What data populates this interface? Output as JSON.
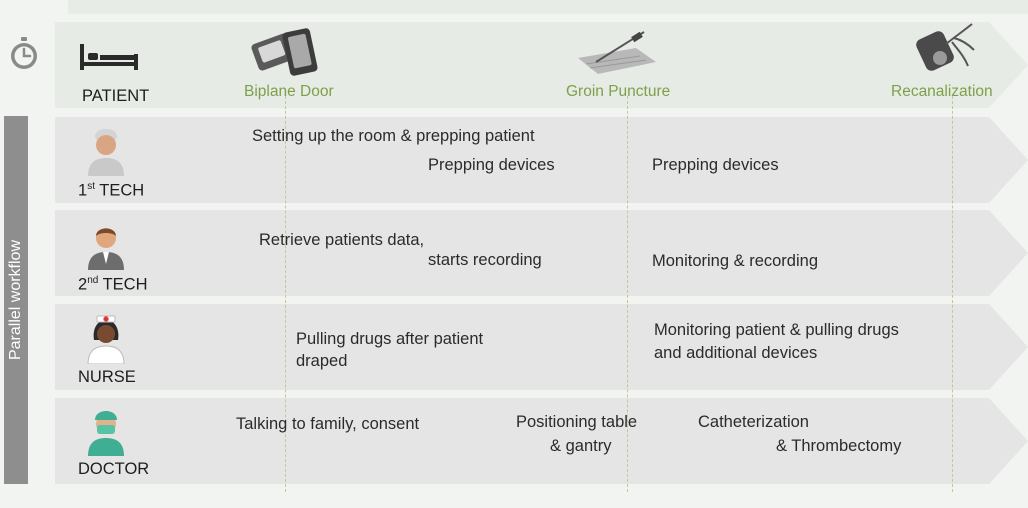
{
  "side_label": "Parallel workflow",
  "header": {
    "patient_label": "PATIENT",
    "milestones": [
      "Biplane Door",
      "Groin Puncture",
      "Recanalization"
    ]
  },
  "lanes": [
    {
      "role_prefix": "1",
      "role_sup": "st",
      "role_suffix": " TECH",
      "tasks": [
        "Setting up the room & prepping patient",
        "Prepping  devices",
        "Prepping  devices"
      ]
    },
    {
      "role_prefix": "2",
      "role_sup": "nd",
      "role_suffix": " TECH",
      "tasks": [
        "Retrieve patients data,",
        "starts recording",
        "Monitoring & recording"
      ]
    },
    {
      "role": "NURSE",
      "tasks": [
        "Pulling drugs after patient",
        "draped",
        "Monitoring patient & pulling drugs",
        "and additional devices"
      ]
    },
    {
      "role": "DOCTOR",
      "tasks": [
        "Talking to family, consent",
        "Positioning table",
        "& gantry",
        "Catheterization",
        "& Thrombectomy"
      ]
    }
  ],
  "colors": {
    "milestone": "#7ea04a",
    "lane": "#e5e5e5",
    "side_label_bg": "#8e8e8e"
  },
  "icons": [
    "stopwatch-icon",
    "bed-icon",
    "biplane-door-icon",
    "needle-icon",
    "catheter-icon",
    "person-icon",
    "nurse-icon",
    "doctor-icon"
  ]
}
